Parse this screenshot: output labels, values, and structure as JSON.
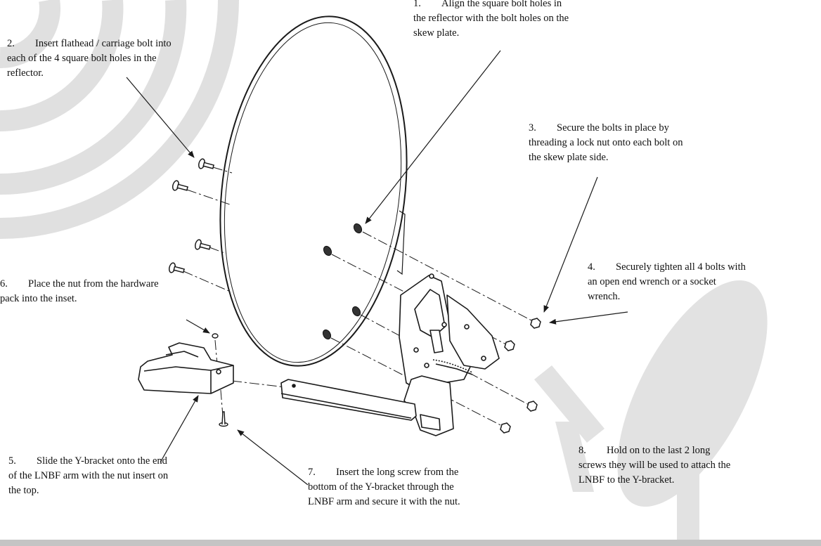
{
  "steps": [
    {
      "id": "1",
      "num": "1.",
      "text": "Align the square bolt holes in the reflector with the bolt holes on the skew plate."
    },
    {
      "id": "2",
      "num": "2.",
      "text": "Insert flathead / carriage bolt into each of the 4 square bolt holes in the reflector."
    },
    {
      "id": "3",
      "num": "3.",
      "text": "Secure the bolts in place by threading a lock nut onto each bolt on the skew plate side."
    },
    {
      "id": "4",
      "num": "4.",
      "text": "Securely tighten all 4 bolts with an open end wrench or a socket wrench."
    },
    {
      "id": "5",
      "num": "5.",
      "text": "Slide the Y-bracket onto the end of the LNBF arm with the nut insert on the top."
    },
    {
      "id": "6",
      "num": "6.",
      "text": "Place the nut from the hardware pack into the inset."
    },
    {
      "id": "7",
      "num": "7.",
      "text": "Insert the long screw from the bottom of the Y-bracket through the LNBF arm and secure it with the nut."
    },
    {
      "id": "8",
      "num": "8.",
      "text": "Hold on to the last 2 long screws they will be used to attach the LNBF to the Y-bracket."
    }
  ],
  "colors": {
    "line": "#1a1a1a",
    "watermark": "#dcdcdc",
    "bar": "#c4c4c4"
  },
  "icons": {
    "watermark_left": "signal-waves-icon",
    "watermark_right": "satellite-dish-icon"
  }
}
